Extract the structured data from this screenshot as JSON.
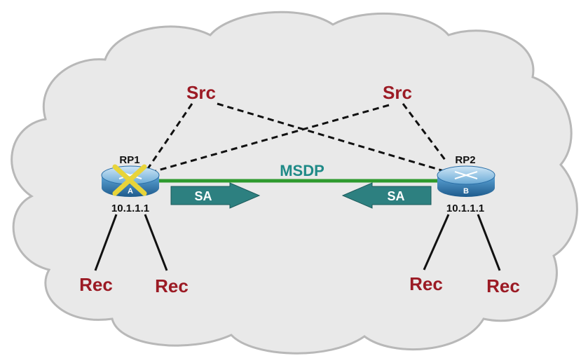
{
  "diagram": {
    "link_label": "MSDP",
    "colors": {
      "cloud_fill": "#e9e9e9",
      "cloud_stroke": "#b8b8b8",
      "label_red": "#9b1a24",
      "msdp_line": "#2e9a2e",
      "msdp_text": "#1f8a87",
      "sa_arrow": "#2d8080",
      "router_body": "#2a6ea6",
      "failure_x": "#e8d43a"
    },
    "routers": [
      {
        "id": "A",
        "name": "RP1",
        "glyph": "A",
        "address": "10.1.1.1",
        "failed": true
      },
      {
        "id": "B",
        "name": "RP2",
        "glyph": "B",
        "address": "10.1.1.1",
        "failed": false
      }
    ],
    "sources": [
      {
        "label": "Src"
      },
      {
        "label": "Src"
      }
    ],
    "receivers": [
      {
        "label": "Rec",
        "router": "A"
      },
      {
        "label": "Rec",
        "router": "A"
      },
      {
        "label": "Rec",
        "router": "B"
      },
      {
        "label": "Rec",
        "router": "B"
      }
    ],
    "sa_messages": [
      {
        "label": "SA",
        "direction": "right"
      },
      {
        "label": "SA",
        "direction": "left"
      }
    ]
  }
}
